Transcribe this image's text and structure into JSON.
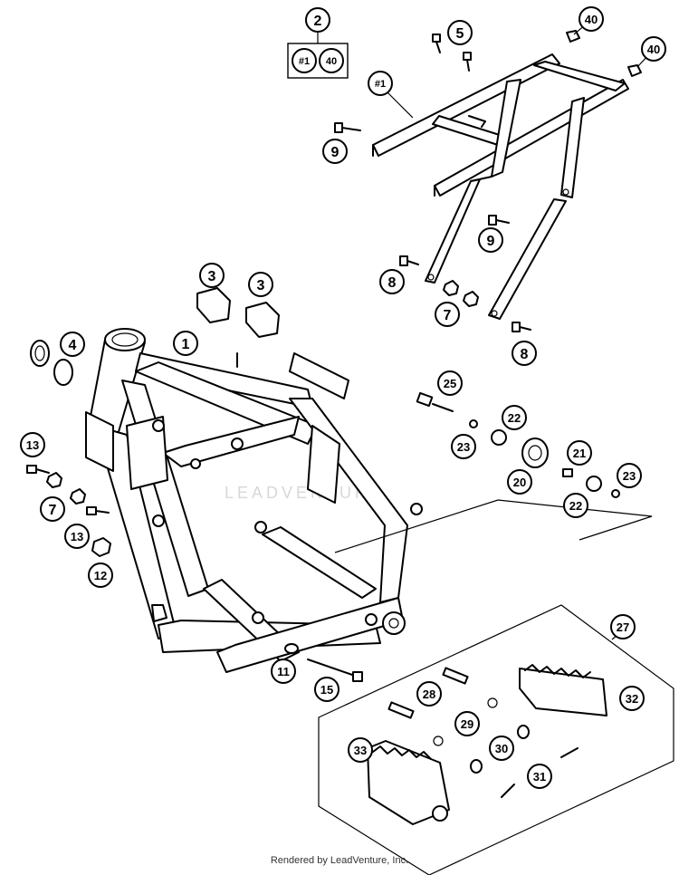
{
  "footer": "Rendered by LeadVenture, Inc.",
  "watermark": "LEADVENTURE",
  "callouts": {
    "c1": "1",
    "c2": "2",
    "c3a": "3",
    "c3b": "3",
    "c4": "4",
    "c5": "5",
    "c7a": "7",
    "c7b": "7",
    "c8a": "8",
    "c8b": "8",
    "c9a": "9",
    "c9b": "9",
    "c11": "11",
    "c12": "12",
    "c13a": "13",
    "c13b": "13",
    "c15": "15",
    "c20": "20",
    "c21": "21",
    "c22a": "22",
    "c22b": "22",
    "c23a": "23",
    "c23b": "23",
    "c25": "25",
    "c27": "27",
    "c28": "28",
    "c29": "29",
    "c30": "30",
    "c31": "31",
    "c32": "32",
    "c33": "33",
    "c40a": "40",
    "c40b": "40"
  },
  "kit_box": {
    "left": "#1",
    "right": "40"
  },
  "subframe_tag": "#1"
}
